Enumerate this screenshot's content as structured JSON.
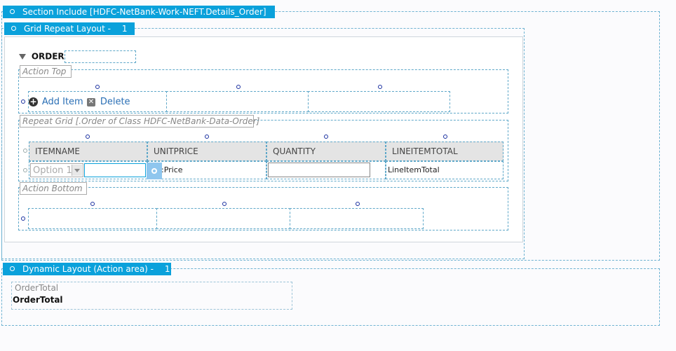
{
  "section_include": {
    "label": "Section Include [HDFC-NetBank-Work-NEFT.Details_Order]"
  },
  "grid_repeat": {
    "label": "Grid Repeat Layout -",
    "count": "1"
  },
  "order_section": {
    "title": "ORDER"
  },
  "action_top": {
    "legend": "Action Top",
    "add_label": "Add Item",
    "delete_label": "Delete"
  },
  "repeat_grid": {
    "legend": "Repeat Grid [.Order of Class HDFC-NetBank-Data-Order]",
    "columns": [
      "ITEMNAME",
      "UNITPRICE",
      "QUANTITY",
      "LINEITEMTOTAL"
    ],
    "row": {
      "itemname_select": "Option 1",
      "unitprice": ":Price",
      "quantity": "",
      "lineitemtotal": "LineItemTotal"
    }
  },
  "action_bottom": {
    "legend": "Action Bottom"
  },
  "dynamic_layout": {
    "label": "Dynamic Layout (Action area) -",
    "count": "1",
    "field_label": "OrderTotal",
    "field_value": "OrderTotal"
  },
  "colors": {
    "accent": "#0aa1db",
    "link": "#2a6fb5",
    "dash": "#5fa8c9"
  }
}
